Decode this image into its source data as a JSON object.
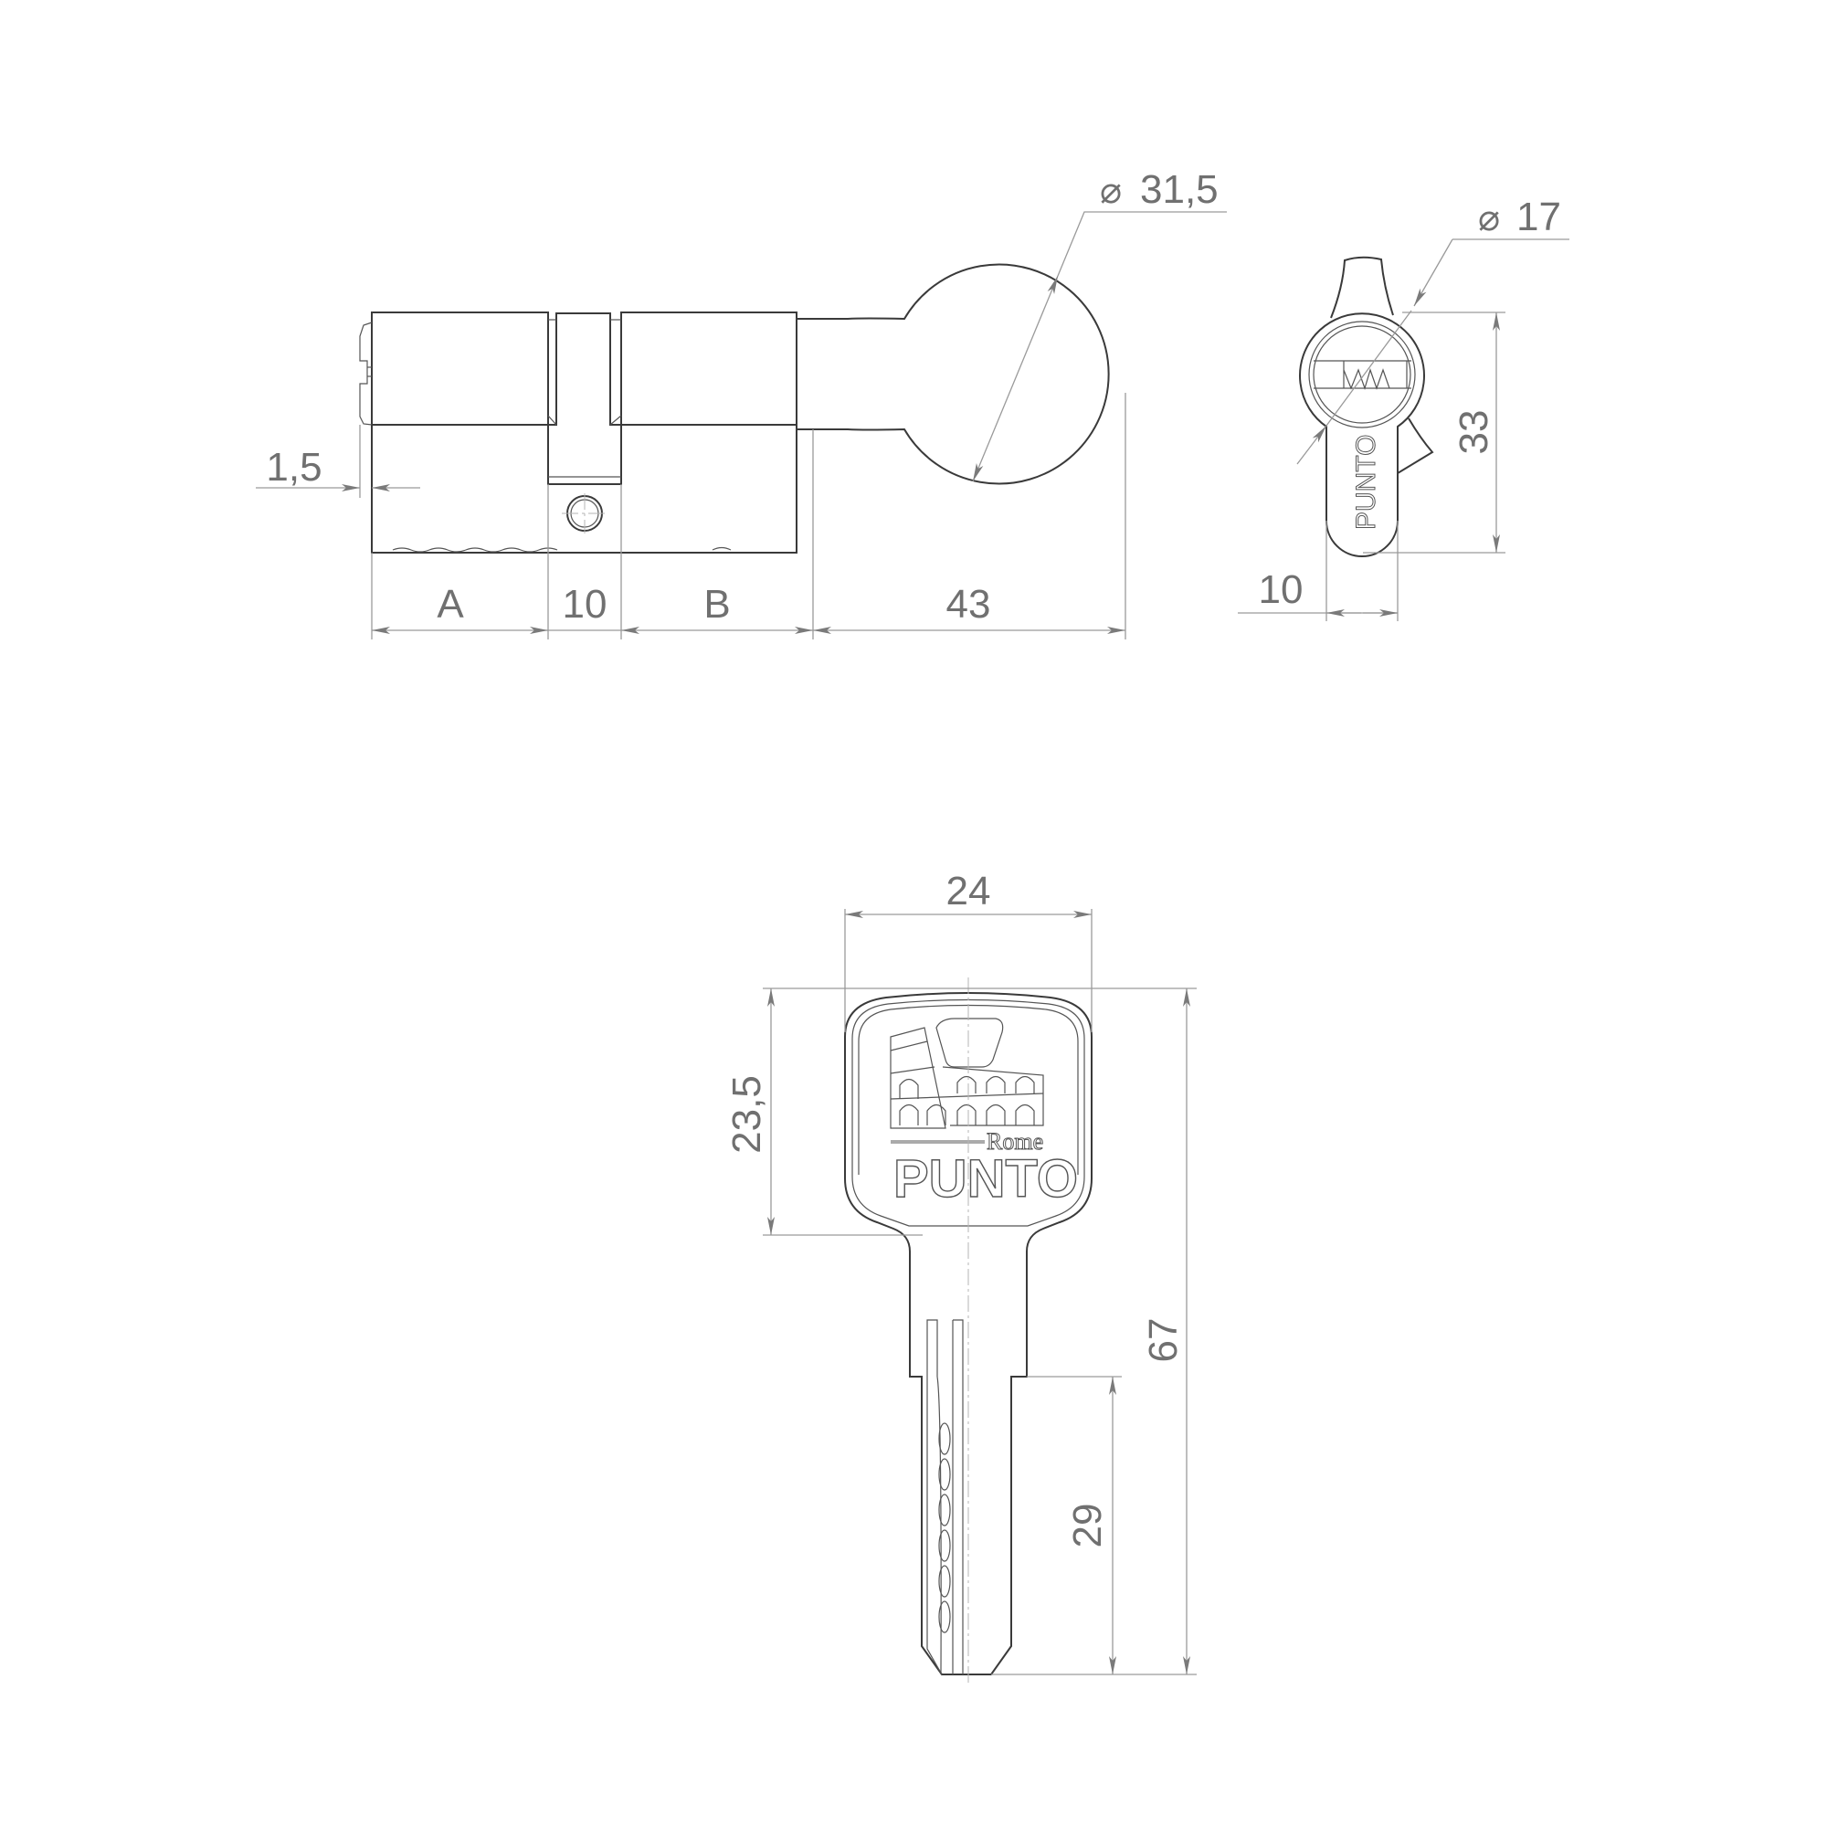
{
  "drawing": {
    "subject": "Euro profile cylinder with thumb-turn knob and key",
    "colors": {
      "object_line": "#3a3a3a",
      "dimension_line": "#9a9a9a",
      "dimension_text": "#707070",
      "background": "#ffffff"
    }
  },
  "front_view": {
    "dimensions": {
      "offset": "1,5",
      "segment_a": "A",
      "cam_width": "10",
      "segment_b": "B",
      "knob_length": "43",
      "knob_diameter_symbol": "⌀",
      "knob_diameter": "31,5"
    }
  },
  "side_view": {
    "dimensions": {
      "ring_diameter_symbol": "⌀",
      "ring_diameter": "17",
      "height": "33",
      "width": "10"
    },
    "brand_text": "PUNTO"
  },
  "key_view": {
    "dimensions": {
      "bow_width": "24",
      "bow_height": "23,5",
      "total_length": "67",
      "blade_length": "29"
    },
    "logo": {
      "city": "Rome",
      "brand": "PUNTO"
    }
  }
}
